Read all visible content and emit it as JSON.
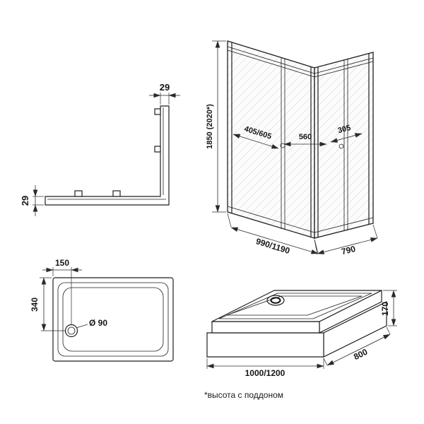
{
  "page": {
    "footnote": "*высота с поддоном"
  },
  "colors": {
    "line": "#1f1f1f",
    "dim": "#2a2a2a",
    "hatch": "#d4d4d4"
  },
  "profile_view": {
    "dim_width_top": "29",
    "dim_width_left": "29"
  },
  "enclosure_view": {
    "dim_height": "1850 (2020*)",
    "dim_fixed_panel": "405/605",
    "dim_door": "560",
    "dim_side_door": "305",
    "dim_front_width": "990/1190",
    "dim_side_width": "790"
  },
  "tray_top_view": {
    "dim_drain_offset_x": "150",
    "dim_drain_offset_y": "340",
    "dim_drain_diameter": "Ø 90"
  },
  "tray_3d_view": {
    "dim_height": "170",
    "dim_length": "1000/1200",
    "dim_width": "800"
  }
}
